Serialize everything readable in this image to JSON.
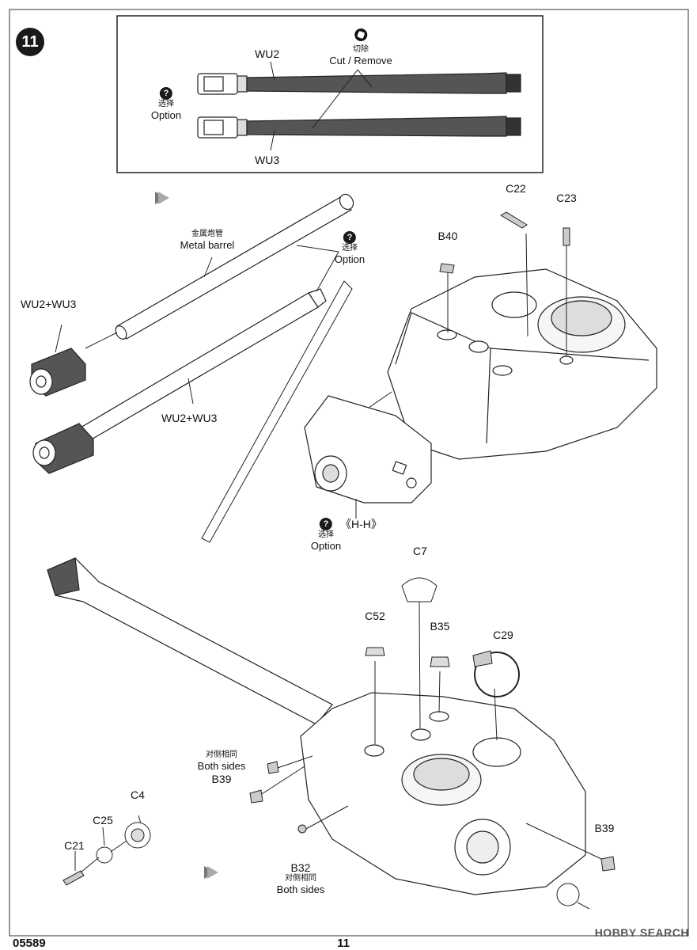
{
  "step_number": "11",
  "part_number": "05589",
  "page_number": "11",
  "watermark": "HOBBY SEARCH",
  "inset": {
    "cut_remove_cn": "切除",
    "cut_remove_en": "Cut / Remove",
    "option_cn": "选择",
    "option_en": "Option",
    "wu2": "WU2",
    "wu3": "WU3"
  },
  "top_assembly": {
    "metal_barrel_cn": "金属炮管",
    "metal_barrel_en": "Metal barrel",
    "option_cn": "选择",
    "option_en": "Option",
    "wu2_wu3_left": "WU2+WU3",
    "wu2_wu3_mid": "WU2+WU3",
    "c22": "C22",
    "c23": "C23",
    "b40": "B40",
    "hh_option_cn": "选择",
    "hh_option_en": "Option",
    "hh_label": "《H-H》"
  },
  "bottom_assembly": {
    "c7": "C7",
    "c52": "C52",
    "b35": "B35",
    "c29": "C29",
    "both_sides_cn": "对侧相同",
    "both_sides_en": "Both sides",
    "b39_left": "B39",
    "b39_right": "B39",
    "c4": "C4",
    "c25": "C25",
    "c21": "C21",
    "b32": "B32",
    "b32_both_cn": "对侧相同",
    "b32_both_en": "Both sides"
  }
}
